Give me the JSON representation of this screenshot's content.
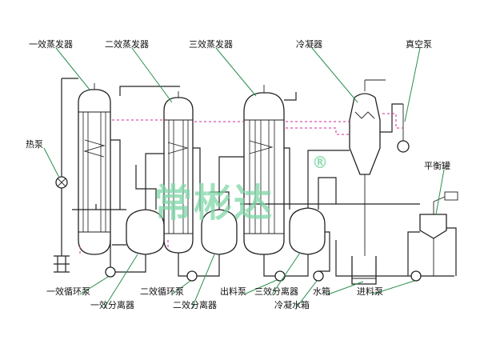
{
  "labels": {
    "evap1": "一效蒸发器",
    "evap2": "二效蒸发器",
    "evap3": "三效蒸发器",
    "condenser": "冷凝器",
    "vacuum_pump": "真空泵",
    "heat_pump": "热泵",
    "balance_tank": "平衡罐",
    "circ_pump1": "一效循环泵",
    "separator1": "一效分离器",
    "circ_pump2": "二效循环泵",
    "separator2": "二效分离器",
    "discharge_pump": "出料泵",
    "separator3": "三效分离器",
    "condensate_tank": "冷凝水箱",
    "water_tank": "水箱",
    "feed_pump": "进料泵"
  },
  "watermark": {
    "text": "常彬达",
    "mark": "®",
    "color": "#7fd6a8"
  },
  "colors": {
    "line": "#222222",
    "leader": "#2a8f4f",
    "vapor": "#cc2a9a"
  }
}
